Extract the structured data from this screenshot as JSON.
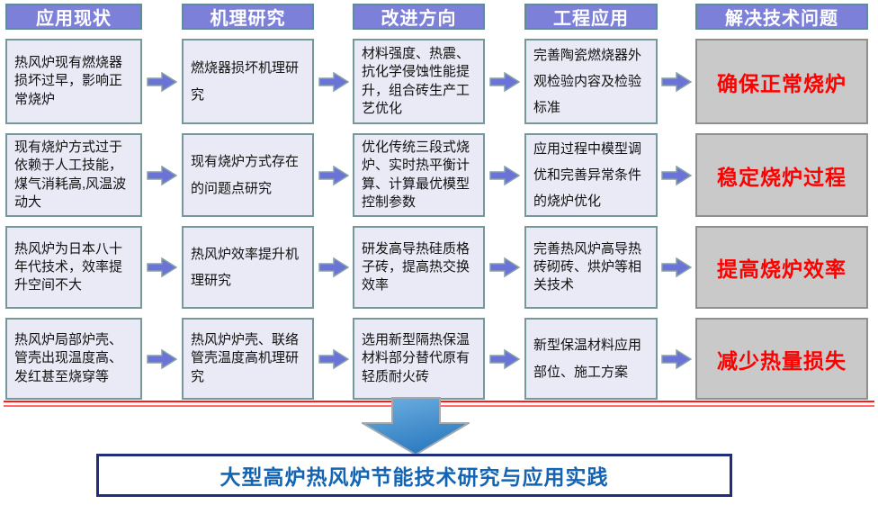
{
  "headers": [
    "应用现状",
    "机理研究",
    "改进方向",
    "工程应用",
    "解决技术问题"
  ],
  "rows": [
    {
      "current": "热风炉现有燃烧器损坏过早，影响正常烧炉",
      "mechanism": "燃烧器损坏机理研究",
      "improvement": "材料强度、热震、抗化学侵蚀性能提升，组合砖生产工艺优化",
      "engineering": "完善陶瓷燃烧器外观检验内容及检验标准",
      "solution": "确保正常烧炉"
    },
    {
      "current": "现有烧炉方式过于依赖于人工技能，煤气消耗高,风温波动大",
      "mechanism": "现有烧炉方式存在的问题点研究",
      "improvement": "优化传统三段式烧炉、实时热平衡计算、计算最优模型控制参数",
      "engineering": "应用过程中模型调优和完善异常条件的烧炉优化",
      "solution": "稳定烧炉过程"
    },
    {
      "current": "热风炉为日本八十年代技术，效率提升空间不大",
      "mechanism": "热风炉效率提升机理研究",
      "improvement": "研发高导热硅质格子砖，提高热交换效率",
      "engineering": "完善热风炉高导热砖砌砖、烘炉等相关技术",
      "solution": "提高烧炉效率"
    },
    {
      "current": "热风炉局部炉壳、管壳出现温度高、发红甚至烧穿等",
      "mechanism": "热风炉炉壳、联络管壳温度高机理研究",
      "improvement": "选用新型隔热保温材料部分替代原有轻质耐火砖",
      "engineering": "新型保温材料应用部位、施工方案",
      "solution": "减少热量损失"
    }
  ],
  "conclusion": {
    "title": "大型高炉热风炉节能技术研究与应用实践"
  },
  "icons": {
    "column_arrow": "right-arrow-icon",
    "flow_arrow": "down-arrow-icon"
  },
  "colors": {
    "header_fill": "#7C80D9",
    "header_border": "#5F8E91",
    "cell_fill": "#E9EAF6",
    "cell_border": "#76989B",
    "solution_fill": "#C9C9C9",
    "solution_border": "#8F8F8F",
    "solution_text": "#FF0000",
    "column_arrow_fill": "#6B73D8",
    "big_arrow_fill": "#3D8BCE",
    "divider_red": "#FF0000",
    "conclusion_border": "#1F2E7E",
    "conclusion_text": "#1464B4"
  }
}
